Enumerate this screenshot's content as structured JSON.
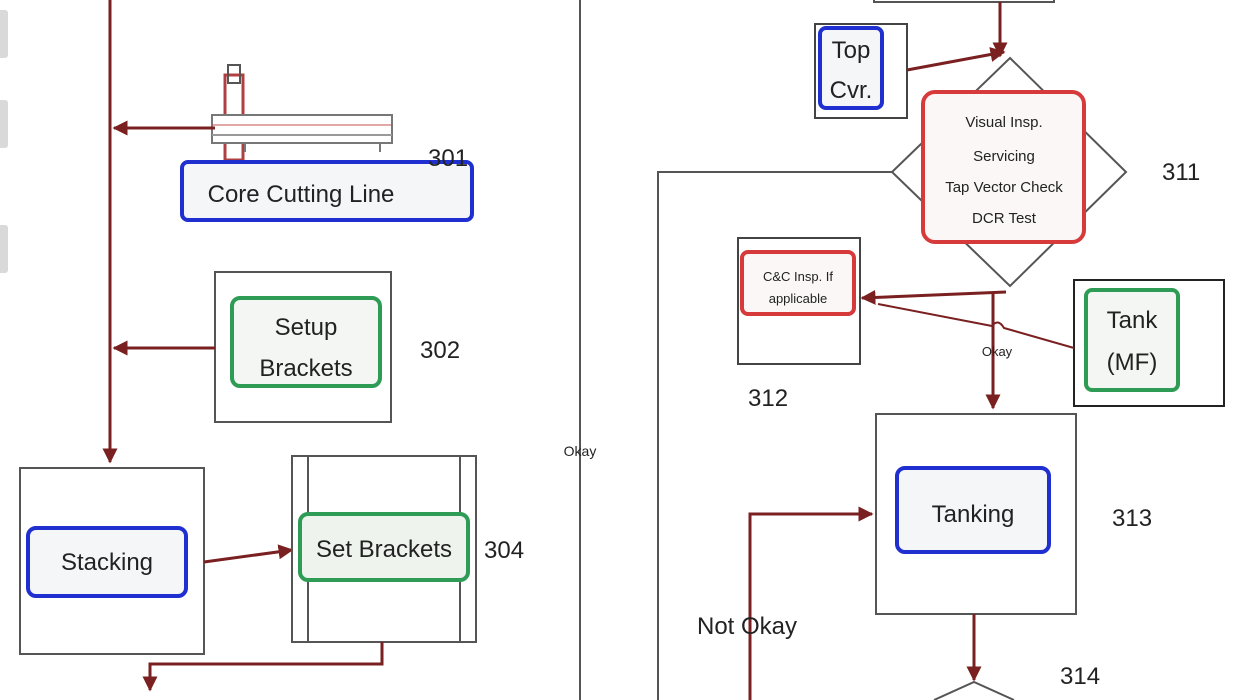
{
  "colors": {
    "flow_line": "#7a2020",
    "box_border": "#444444",
    "blue": "#1f2fd0",
    "green": "#2e9c55",
    "red": "#d63a3a",
    "label_fill": "#f7f7f7"
  },
  "left": {
    "core_cutting_line": "Core Cutting Line",
    "core_cutting_number": "301",
    "setup_brackets_line1": "Setup",
    "setup_brackets_line2": "Brackets",
    "setup_brackets_number": "302",
    "stacking": "Stacking",
    "set_brackets": "Set Brackets",
    "set_brackets_number": "304"
  },
  "middle": {
    "okay_label": "Okay"
  },
  "right": {
    "top_cover_line1": "Top",
    "top_cover_line2": "Cvr.",
    "inspection_line1": "Visual Insp.",
    "inspection_line2": "Servicing",
    "inspection_line3": "Tap Vector Check",
    "inspection_line4": "DCR Test",
    "inspection_number": "311",
    "cc_insp_line1": "C&C Insp. If",
    "cc_insp_line2": "applicable",
    "cc_insp_number": "312",
    "okay_label": "Okay",
    "tank_line1": "Tank",
    "tank_line2": "(MF)",
    "tanking": "Tanking",
    "tanking_number": "313",
    "not_okay_label": "Not Okay",
    "next_number": "314"
  }
}
